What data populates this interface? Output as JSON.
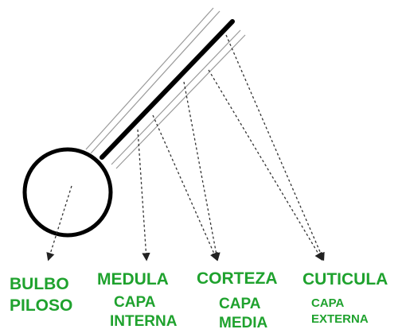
{
  "labels": {
    "bulbo": "BULBO",
    "piloso": "PILOSO",
    "medula": "MEDULA",
    "capa_interna_1": "CAPA",
    "capa_interna_2": "INTERNA",
    "corteza": "CORTEZA",
    "capa_media_1": "CAPA",
    "capa_media_2": "MEDIA",
    "cuticula": "CUTICULA",
    "capa_externa_1": "CAPA",
    "capa_externa_2": "EXTERNA"
  },
  "colors": {
    "label": "#1fa22e",
    "outline": "#000000",
    "layer_lines": "#9a9a9a",
    "pointers": "#333333"
  }
}
